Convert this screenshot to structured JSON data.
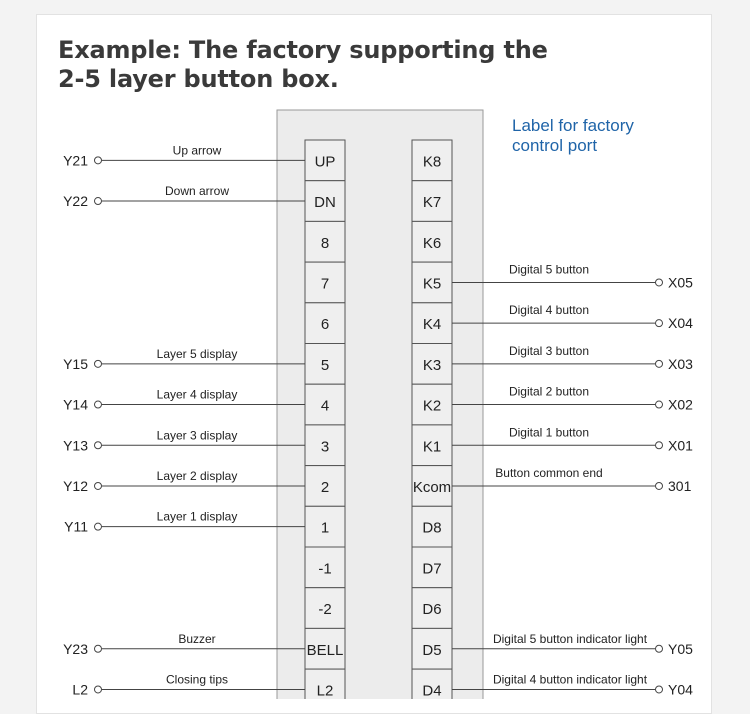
{
  "title_lines": [
    "Example: The factory supporting the",
    "2-5 layer button box."
  ],
  "note_lines": [
    "Label for factory",
    "control port"
  ],
  "left_column": [
    "UP",
    "DN",
    "8",
    "7",
    "6",
    "5",
    "4",
    "3",
    "2",
    "1",
    "-1",
    "-2",
    "BELL",
    "L2"
  ],
  "right_column": [
    "K8",
    "K7",
    "K6",
    "K5",
    "K4",
    "K3",
    "K2",
    "K1",
    "Kcom",
    "D8",
    "D7",
    "D6",
    "D5",
    "D4"
  ],
  "left_ports": [
    {
      "row": 0,
      "port": "Y21",
      "label": "Up arrow"
    },
    {
      "row": 1,
      "port": "Y22",
      "label": "Down arrow"
    },
    {
      "row": 5,
      "port": "Y15",
      "label": "Layer 5 display"
    },
    {
      "row": 6,
      "port": "Y14",
      "label": "Layer 4 display"
    },
    {
      "row": 7,
      "port": "Y13",
      "label": "Layer 3 display"
    },
    {
      "row": 8,
      "port": "Y12",
      "label": "Layer 2 display"
    },
    {
      "row": 9,
      "port": "Y11",
      "label": "Layer 1 display"
    },
    {
      "row": 12,
      "port": "Y23",
      "label": "Buzzer"
    },
    {
      "row": 13,
      "port": "L2",
      "label": "Closing tips"
    }
  ],
  "right_ports": [
    {
      "row": 3,
      "port": "X05",
      "label": "Digital 5 button"
    },
    {
      "row": 4,
      "port": "X04",
      "label": "Digital 4 button"
    },
    {
      "row": 5,
      "port": "X03",
      "label": "Digital 3 button"
    },
    {
      "row": 6,
      "port": "X02",
      "label": "Digital 2 button"
    },
    {
      "row": 7,
      "port": "X01",
      "label": "Digital 1 button"
    },
    {
      "row": 8,
      "port": "301",
      "label": "Button common end"
    },
    {
      "row": 12,
      "port": "Y05",
      "label": "Digital 5 button indicator light"
    },
    {
      "row": 13,
      "port": "Y04",
      "label": "Digital 4 button indicator light"
    }
  ]
}
